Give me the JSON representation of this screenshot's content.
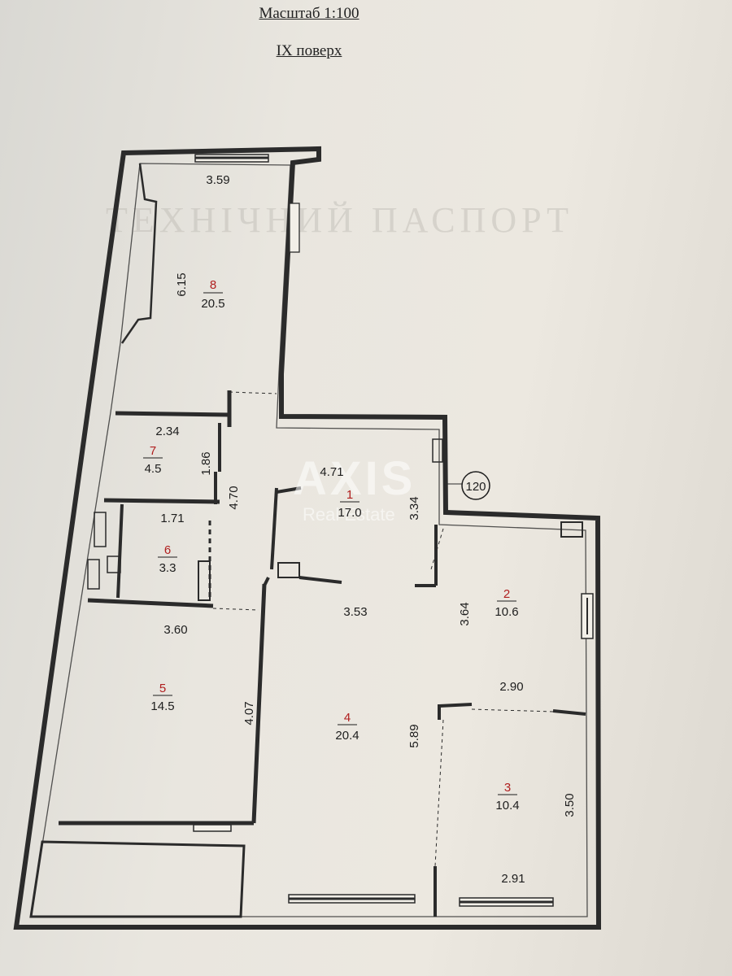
{
  "header": {
    "scale": "Масштаб 1:100",
    "floor": "IX поверх"
  },
  "apartment_marker": "120",
  "watermark": {
    "brand": "AXIS",
    "sub": "Real Estate"
  },
  "rooms": [
    {
      "id": "room-1",
      "number": "1",
      "area": "17.0"
    },
    {
      "id": "room-2",
      "number": "2",
      "area": "10.6"
    },
    {
      "id": "room-3",
      "number": "3",
      "area": "10.4"
    },
    {
      "id": "room-4",
      "number": "4",
      "area": "20.4"
    },
    {
      "id": "room-5",
      "number": "5",
      "area": "14.5"
    },
    {
      "id": "room-6",
      "number": "6",
      "area": "3.3"
    },
    {
      "id": "room-7",
      "number": "7",
      "area": "4.5"
    },
    {
      "id": "room-8",
      "number": "8",
      "area": "20.5"
    }
  ],
  "dimensions": {
    "d1": "3.59",
    "d2": "6.15",
    "d3": "2.34",
    "d4": "1.86",
    "d5": "4.71",
    "d6": "4.70",
    "d7": "3.34",
    "d8": "1.71",
    "d9": "3.53",
    "d10": "3.64",
    "d11": "3.60",
    "d12": "2.90",
    "d13": "4.07",
    "d14": "5.89",
    "d15": "3.50",
    "d16": "2.91"
  },
  "background_text": {
    "title": "ТЕХНІЧНИЙ ПАСПОРТ"
  },
  "colors": {
    "wall": "#2b2b2b",
    "room_number": "#b01e1e",
    "paper": "#e9e6df"
  }
}
